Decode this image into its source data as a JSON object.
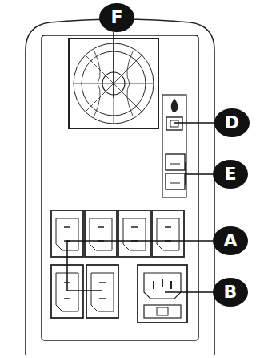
{
  "diagram": {
    "labels": [
      "F",
      "D",
      "E",
      "A",
      "B"
    ]
  }
}
